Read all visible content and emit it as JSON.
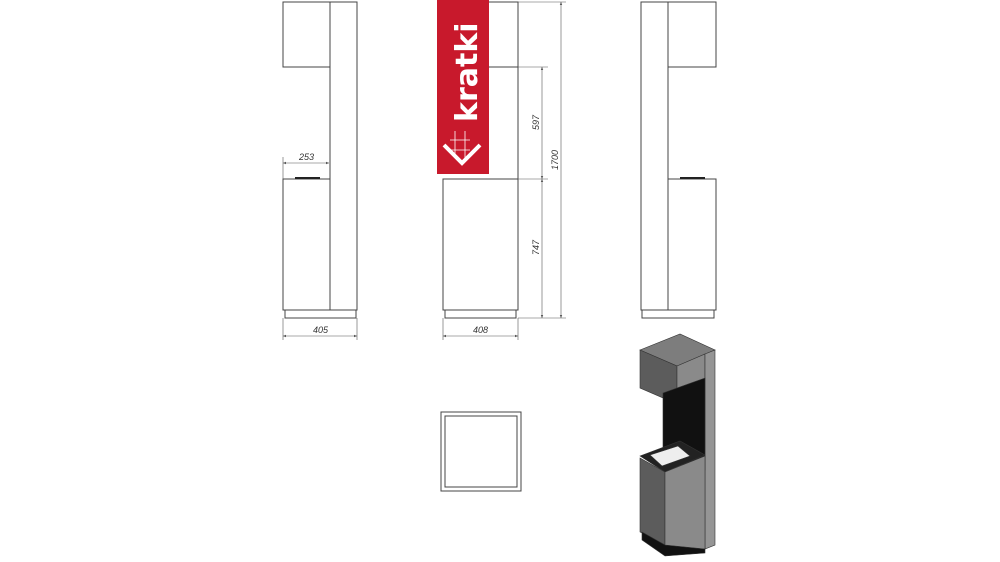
{
  "brand": {
    "logo_text": "kratki",
    "color": "#c8192c"
  },
  "dimensions": {
    "left_view_width": "405",
    "left_view_depth_gap": "253",
    "front_view_width": "408",
    "opening_height": "597",
    "lower_height": "747",
    "total_height": "1700"
  }
}
